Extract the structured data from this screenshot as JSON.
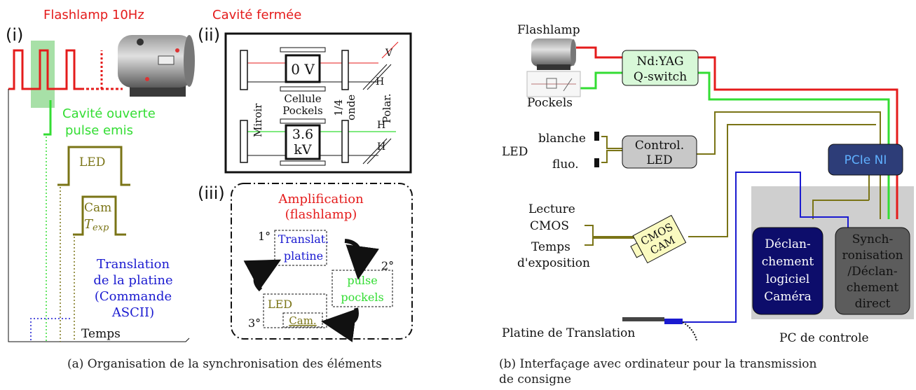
{
  "colors": {
    "red": "#e41b1b",
    "green": "#33dd33",
    "olive": "#7a7416",
    "blue": "#1a1ad0",
    "black": "#111111",
    "shade": "#a7e0a7",
    "pcbg": "#cfcfcf",
    "navy": "#0d0d6b",
    "darkgray": "#5c5c5c",
    "pcie": "#2d3d78",
    "nd": "#d8f8d8",
    "control": "#c8c8c8",
    "cam": "#fafac0"
  },
  "left": {
    "flashlamp_title": "Flashlamp 10Hz",
    "cavite_title": "Cavité fermée",
    "label_i": "(i)",
    "label_ii": "(ii)",
    "label_iii": "(iii)",
    "cavite_ouverte": "Cavité ouverte",
    "pulse_emis": "pulse emis",
    "led": "LED",
    "cam": "Cam",
    "texp_t": "T",
    "texp_sub": "exp",
    "translation": [
      "Translation",
      "de la platine",
      "(Commande",
      "ASCII)"
    ],
    "temps": "Temps",
    "ii": {
      "v0": "0 V",
      "v36a": "3.6",
      "v36b": "kV",
      "miroir": "Miroir",
      "cellule": "Cellule",
      "pockels": "Pockels",
      "onde_a": "1/4",
      "onde_b": "onde",
      "polar": "Polar.",
      "V": "V",
      "H": "H"
    },
    "iii": {
      "title_a": "Amplification",
      "title_b": "(flashlamp)",
      "step1": "1°",
      "step2": "2°",
      "step3": "3°",
      "translat_a": "Translat.",
      "translat_b": "platine",
      "pulse_a": "pulse",
      "pulse_b": "pockels",
      "led": "LED",
      "cam": "Cam."
    }
  },
  "right": {
    "flashlamp": "Flashlamp",
    "pockels": "Pockels",
    "ndyag_a": "Nd:YAG",
    "ndyag_b": "Q-switch",
    "led": "LED",
    "blanche": "blanche",
    "fluo": "fluo.",
    "control_a": "Control.",
    "control_b": "LED",
    "lecture_a": "Lecture",
    "lecture_b": "CMOS",
    "temps_a": "Temps",
    "temps_b": "d'exposition",
    "cmos_a": "CMOS",
    "cmos_b": "CAM",
    "pcie": "PCIe NI",
    "decl": [
      "Déclan-",
      "chement",
      "logiciel",
      "Caméra"
    ],
    "sync": [
      "Synch-",
      "ronisation",
      "/Déclan-",
      "chement",
      "direct"
    ],
    "platine": "Platine de Translation",
    "pc": "PC de controle"
  },
  "captions": {
    "a": "(a) Organisation de la synchronisation des éléments",
    "b1": "(b) Interfaçage avec ordinateur pour la transmission",
    "b2": "de consigne"
  }
}
